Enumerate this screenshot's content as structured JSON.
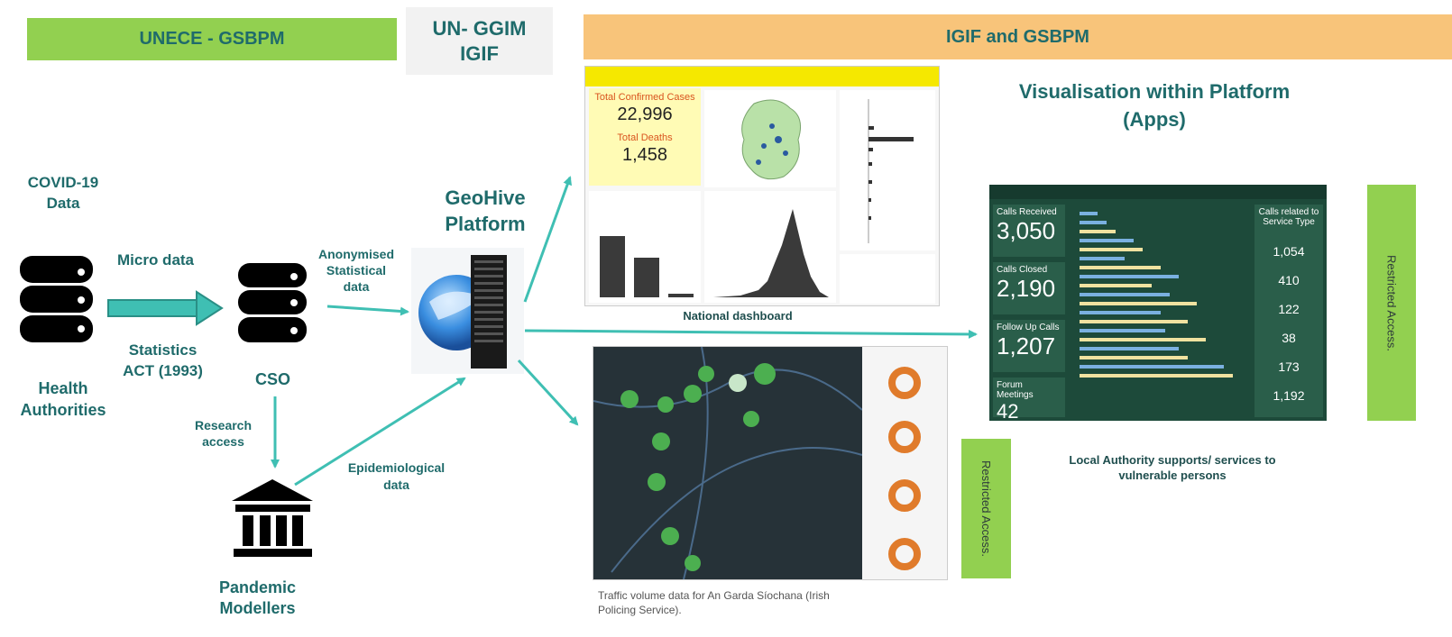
{
  "banners": {
    "gsbpm": "UNECE - GSBPM",
    "ggim_line1": "UN- GGIM",
    "ggim_line2": "IGIF",
    "igif": "IGIF and GSBPM"
  },
  "left": {
    "covid_line1": "COVID-19",
    "covid_line2": "Data",
    "micro": "Micro data",
    "stat_line1": "Statistics",
    "stat_line2": "ACT (1993)",
    "health_line1": "Health",
    "health_line2": "Authorities",
    "cso": "CSO",
    "research_line1": "Research",
    "research_line2": "access",
    "pandemic_line1": "Pandemic",
    "pandemic_line2": "Modellers",
    "anon_line1": "Anonymised",
    "anon_line2": "Statistical",
    "anon_line3": "data",
    "epi_line1": "Epidemiological",
    "epi_line2": "data",
    "geohive_line1": "GeoHive",
    "geohive_line2": "Platform"
  },
  "right": {
    "vis_line1": "Visualisation within Platform",
    "vis_line2": "(Apps)",
    "national": "National dashboard",
    "traffic_line1": "Traffic volume data for An Garda Síochana (Irish",
    "traffic_line2": "Policing Service).",
    "local_line1": "Local Authority  supports/  services to",
    "local_line2": "vulnerable persons",
    "restricted1": "Restricted Access.",
    "restricted2": "Restricted Access."
  },
  "dashboard": {
    "confirmed_label": "Total Confirmed Cases",
    "confirmed_value": "22,996",
    "deaths_label": "Total Deaths",
    "deaths_value": "1,458"
  },
  "community": {
    "calls_received_label": "Calls Received",
    "calls_received": "3,050",
    "calls_closed_label": "Calls Closed",
    "calls_closed": "2,190",
    "follow_up_label": "Follow Up Calls",
    "follow_up": "1,207",
    "forum_label": "Forum Meetings",
    "forum": "42",
    "service_header": "Calls related to Service Type",
    "services": [
      "1,054",
      "410",
      "122",
      "38",
      "173",
      "1,192"
    ]
  },
  "colors": {
    "teal": "#1f6b6b",
    "green_banner": "#92d050",
    "orange_banner": "#f8c47a",
    "arrow": "#3fbfb3",
    "restricted_green": "#92d050"
  }
}
